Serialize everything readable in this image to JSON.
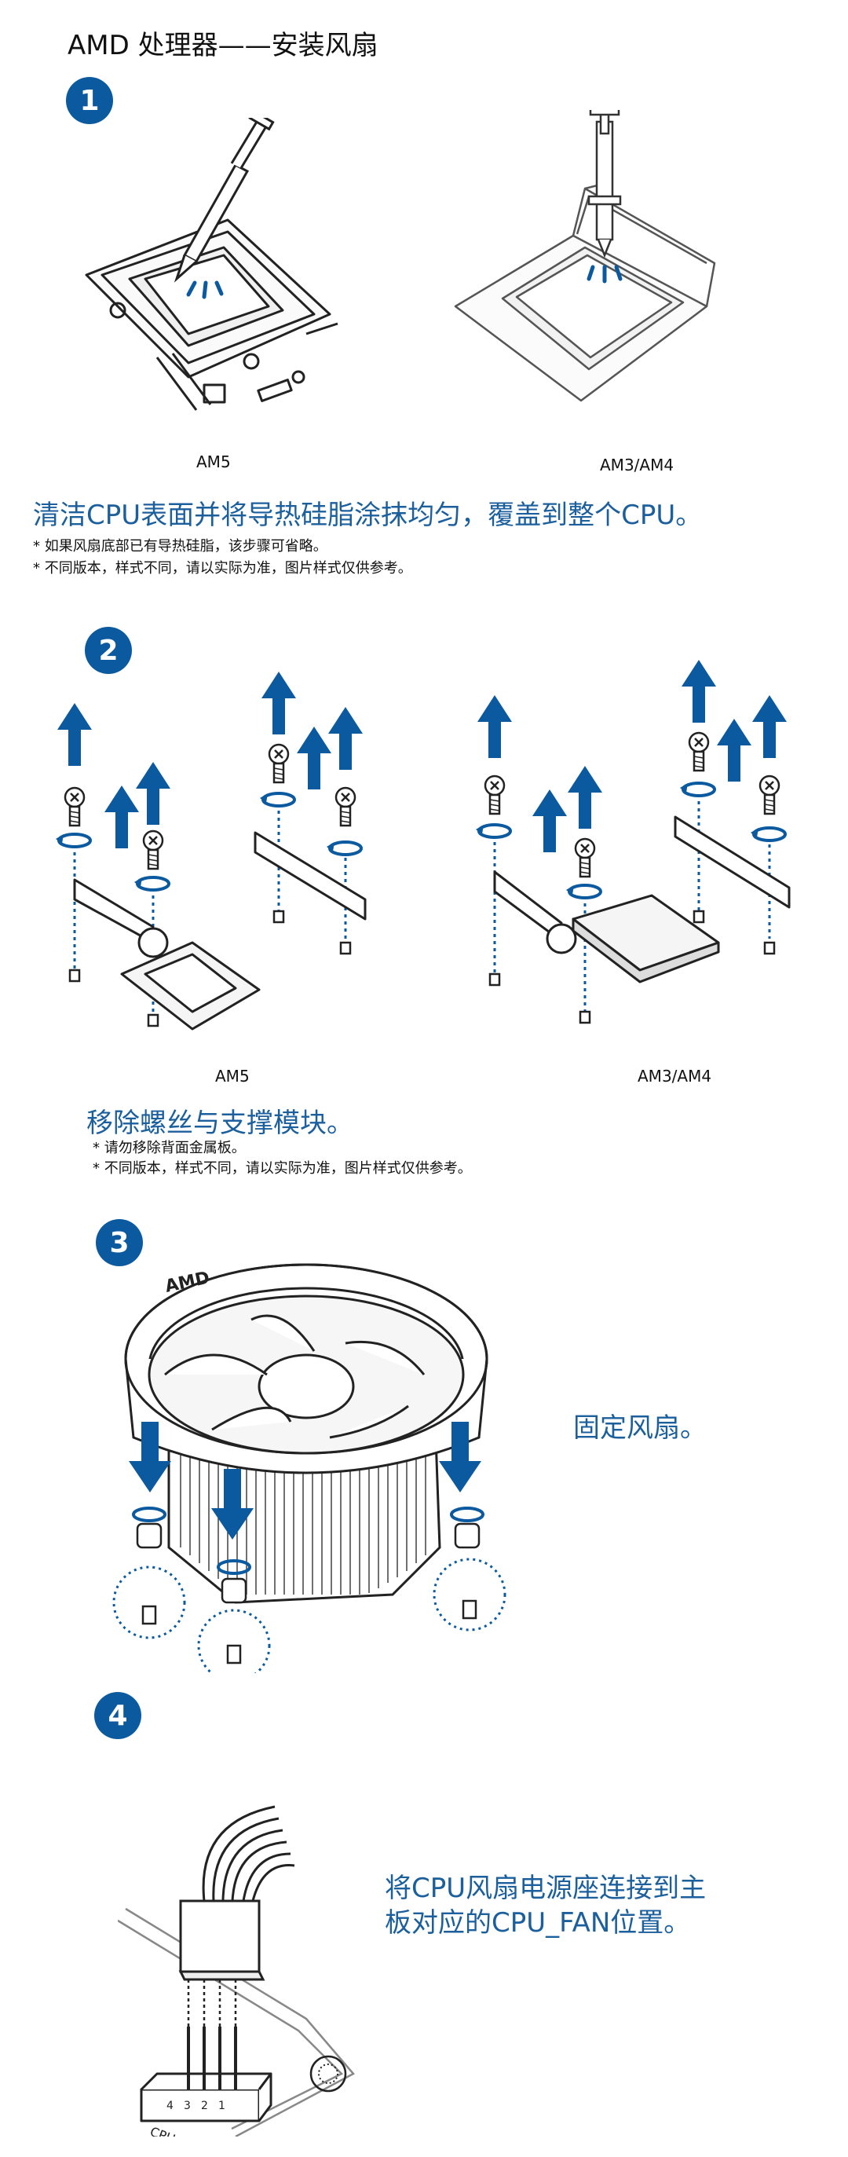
{
  "page": {
    "title": "AMD 处理器——安装风扇"
  },
  "steps": [
    {
      "number": "1",
      "captions": [
        "AM5",
        "AM3/AM4"
      ],
      "heading": "清洁CPU表面并将导热硅脂涂抹均匀，覆盖到整个CPU。",
      "notes": [
        "* 如果风扇底部已有导热硅脂，该步骤可省略。",
        "* 不同版本，样式不同，请以实际为准，图片样式仅供参考。"
      ]
    },
    {
      "number": "2",
      "captions": [
        "AM5",
        "AM3/AM4"
      ],
      "heading": "移除螺丝与支撑模块。",
      "notes": [
        "* 请勿移除背面金属板。",
        "* 不同版本，样式不同，请以实际为准，图片样式仅供参考。"
      ]
    },
    {
      "number": "3",
      "text": "固定风扇。",
      "fan_logo": "AMD"
    },
    {
      "number": "4",
      "text_lines": [
        "将CPU风扇电源座连接到主",
        "板对应的CPU_FAN位置。"
      ],
      "header_label": "CPU_FAN",
      "pin_labels": [
        "4",
        "3",
        "2",
        "1"
      ]
    }
  ],
  "colors": {
    "accent_blue": "#0b5aa0",
    "text_blue": "#1c5f9d"
  }
}
